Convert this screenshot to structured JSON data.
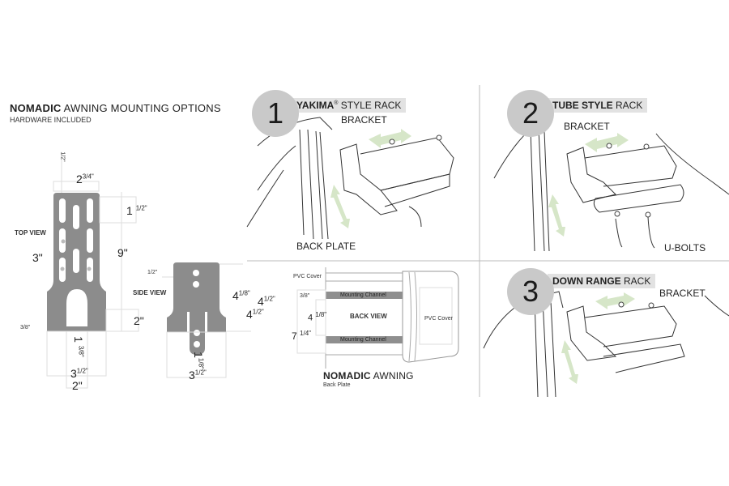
{
  "header": {
    "title_bold": "NOMADIC",
    "title_rest": "AWNING MOUNTING OPTIONS",
    "subtitle": "HARDWARE INCLUDED"
  },
  "top_view": {
    "label": "TOP VIEW",
    "dims": {
      "top_gap": "1/2\"",
      "width_top": "2",
      "width_top_frac": "3/4\"",
      "slot_len": "1",
      "slot_len_frac": "1/2\"",
      "overall": "9\"",
      "slot_spacing": "3\"",
      "base": "2\"",
      "edge": "3/8\"",
      "cutout": "1",
      "cutout_frac": "3/8\"",
      "width_bottom": "3",
      "width_bottom_frac": "1/2\"",
      "cut_width": "2\""
    }
  },
  "side_view": {
    "label": "SIDE VIEW",
    "dims": {
      "hole_gap": "1/2\"",
      "h1": "4",
      "h1_frac": "1/8\"",
      "h2": "4",
      "h2_frac": "1/2\"",
      "h3": "4",
      "h3_frac": "1/2\"",
      "tab": "1",
      "tab_frac": "1/8\"",
      "width": "3",
      "width_frac": "1/2\""
    }
  },
  "back_view": {
    "label": "BACK VIEW",
    "pvc_cover_top": "PVC Cover",
    "pvc_cover_side": "PVC Cover",
    "channel_top": "Mounting Channel",
    "channel_bottom": "Mounting Channel",
    "dims": {
      "d1": "3/8\"",
      "d2": "4",
      "d2_frac": "1/8\"",
      "d3": "7",
      "d3_frac": "1/4\""
    },
    "title_bold": "NOMADIC",
    "title_rest": "AWNING",
    "caption": "Back Plate"
  },
  "options": [
    {
      "number": "1",
      "name_bold": "YAKIMA",
      "reg": "®",
      "name_rest": "STYLE RACK",
      "callouts": [
        "BRACKET",
        "BACK PLATE"
      ]
    },
    {
      "number": "2",
      "name_bold": "TUBE STYLE",
      "name_rest": "RACK",
      "callouts": [
        "BRACKET",
        "U-BOLTS"
      ]
    },
    {
      "number": "3",
      "name_bold": "DOWN RANGE",
      "name_rest": "RACK",
      "callouts": [
        "BRACKET"
      ]
    }
  ],
  "colors": {
    "plate": "#8c8c8c",
    "badge": "#c9c9c9",
    "arrow": "#d6e6c8",
    "channel": "#8f8f8f"
  }
}
